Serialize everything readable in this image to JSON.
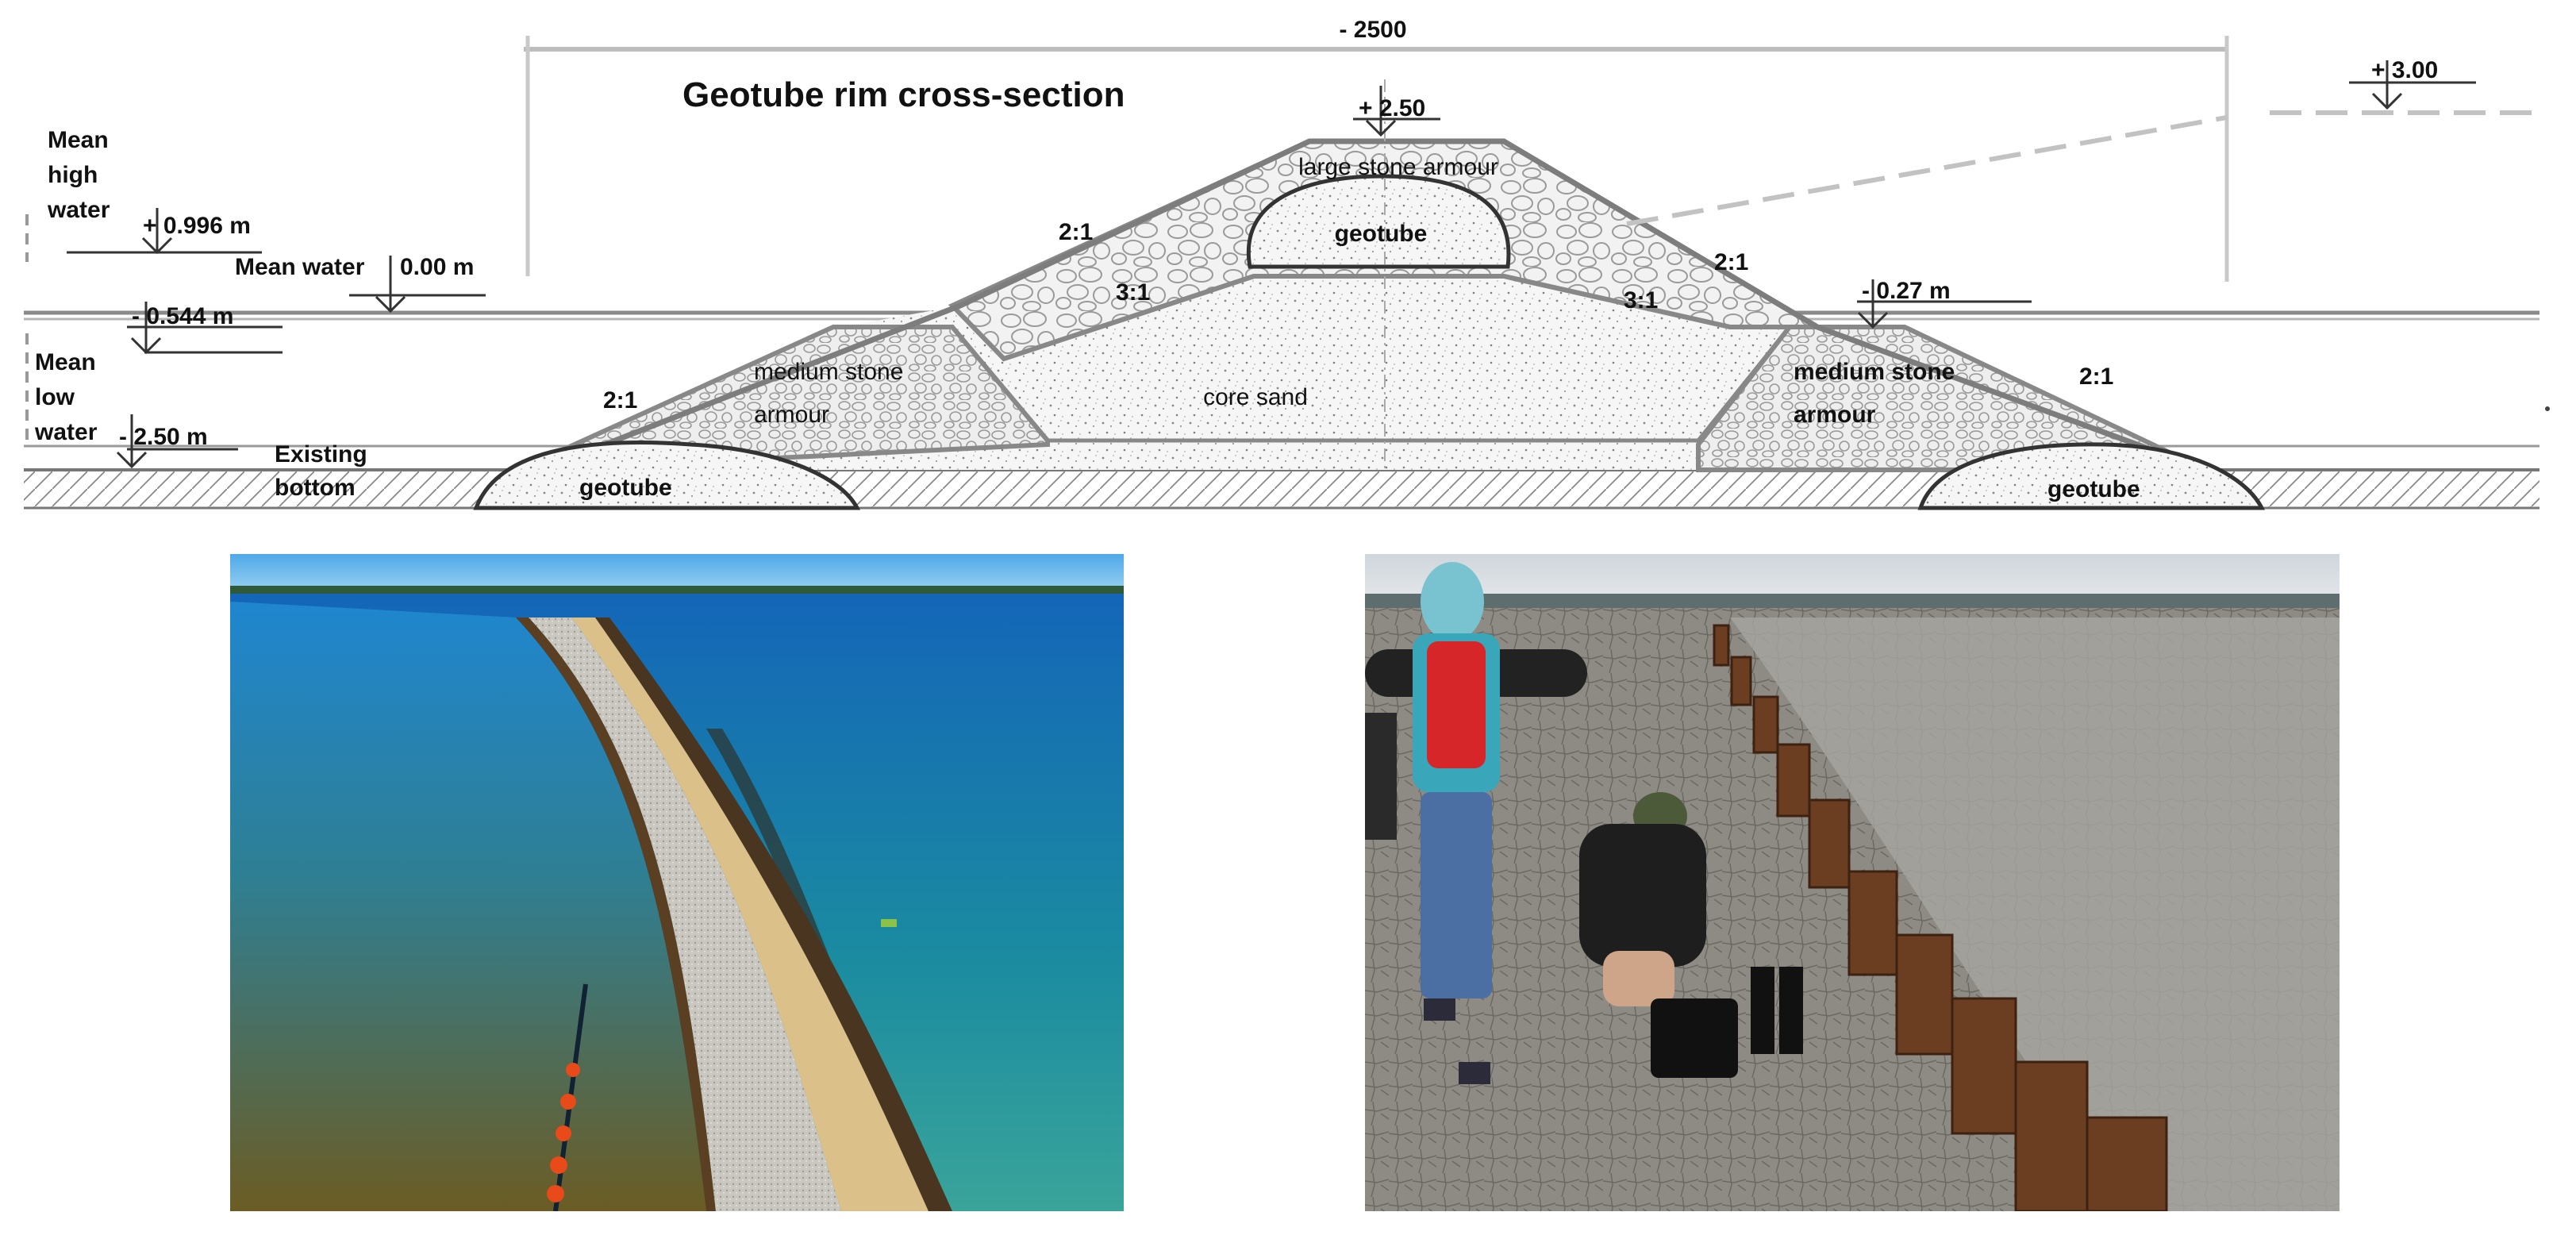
{
  "diagram": {
    "title": "Geotube rim cross-section",
    "width_dim": "- 2500",
    "levels": {
      "mean_high_water_label": [
        "Mean",
        "high",
        "water"
      ],
      "mean_high_water_value": "+ 0.996 m",
      "mean_water_label": "Mean water",
      "mean_water_value": "0.00 m",
      "mean_low_water_label": [
        "Mean",
        "low",
        "water"
      ],
      "mean_low_water_value": "- 0.544 m",
      "bottom_value": "- 2.50 m",
      "existing_bottom_label": [
        "Existing",
        "bottom"
      ],
      "crest_value": "+ 2.50",
      "right_top_value": "+ 3.00",
      "right_berm_value": "- 0.27 m"
    },
    "slopes": [
      "2:1",
      "3:1",
      "3:1",
      "2:1",
      "2:1",
      "2:1"
    ],
    "layers": {
      "large_stone": "large stone armour",
      "geotube_top": "geotube",
      "core_sand": "core sand",
      "medium_stone_left": [
        "medium stone",
        "armour"
      ],
      "medium_stone_right": [
        "medium stone",
        "armour"
      ],
      "geotube_left": "geotube",
      "geotube_right": "geotube"
    },
    "colors": {
      "line": "#7a7a7a",
      "fill": "#efefef",
      "stone": "#9a9a9a"
    }
  },
  "photos": [
    {
      "name": "aerial-dike-photo"
    },
    {
      "name": "sampling-site-photo"
    }
  ]
}
